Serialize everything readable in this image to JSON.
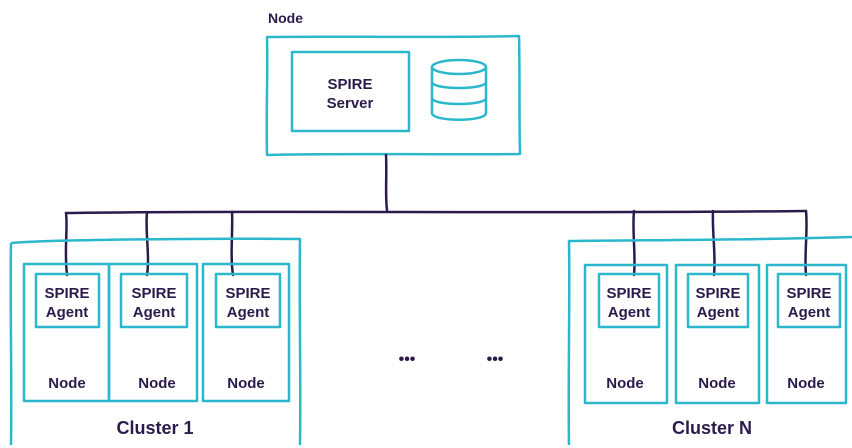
{
  "server_node": {
    "node_label": "Node",
    "server_line1": "SPIRE",
    "server_line2": "Server"
  },
  "agent_line1": "SPIRE",
  "agent_line2": "Agent",
  "node_label": "Node",
  "clusters": [
    {
      "name": "Cluster 1",
      "node_count": 3
    },
    {
      "name": "Cluster N",
      "node_count": 3
    }
  ],
  "ellipsis": [
    "•••",
    "•••"
  ],
  "colors": {
    "box": "#2bb7cc",
    "line": "#2b1b4a",
    "text": "#2b1b4a"
  }
}
